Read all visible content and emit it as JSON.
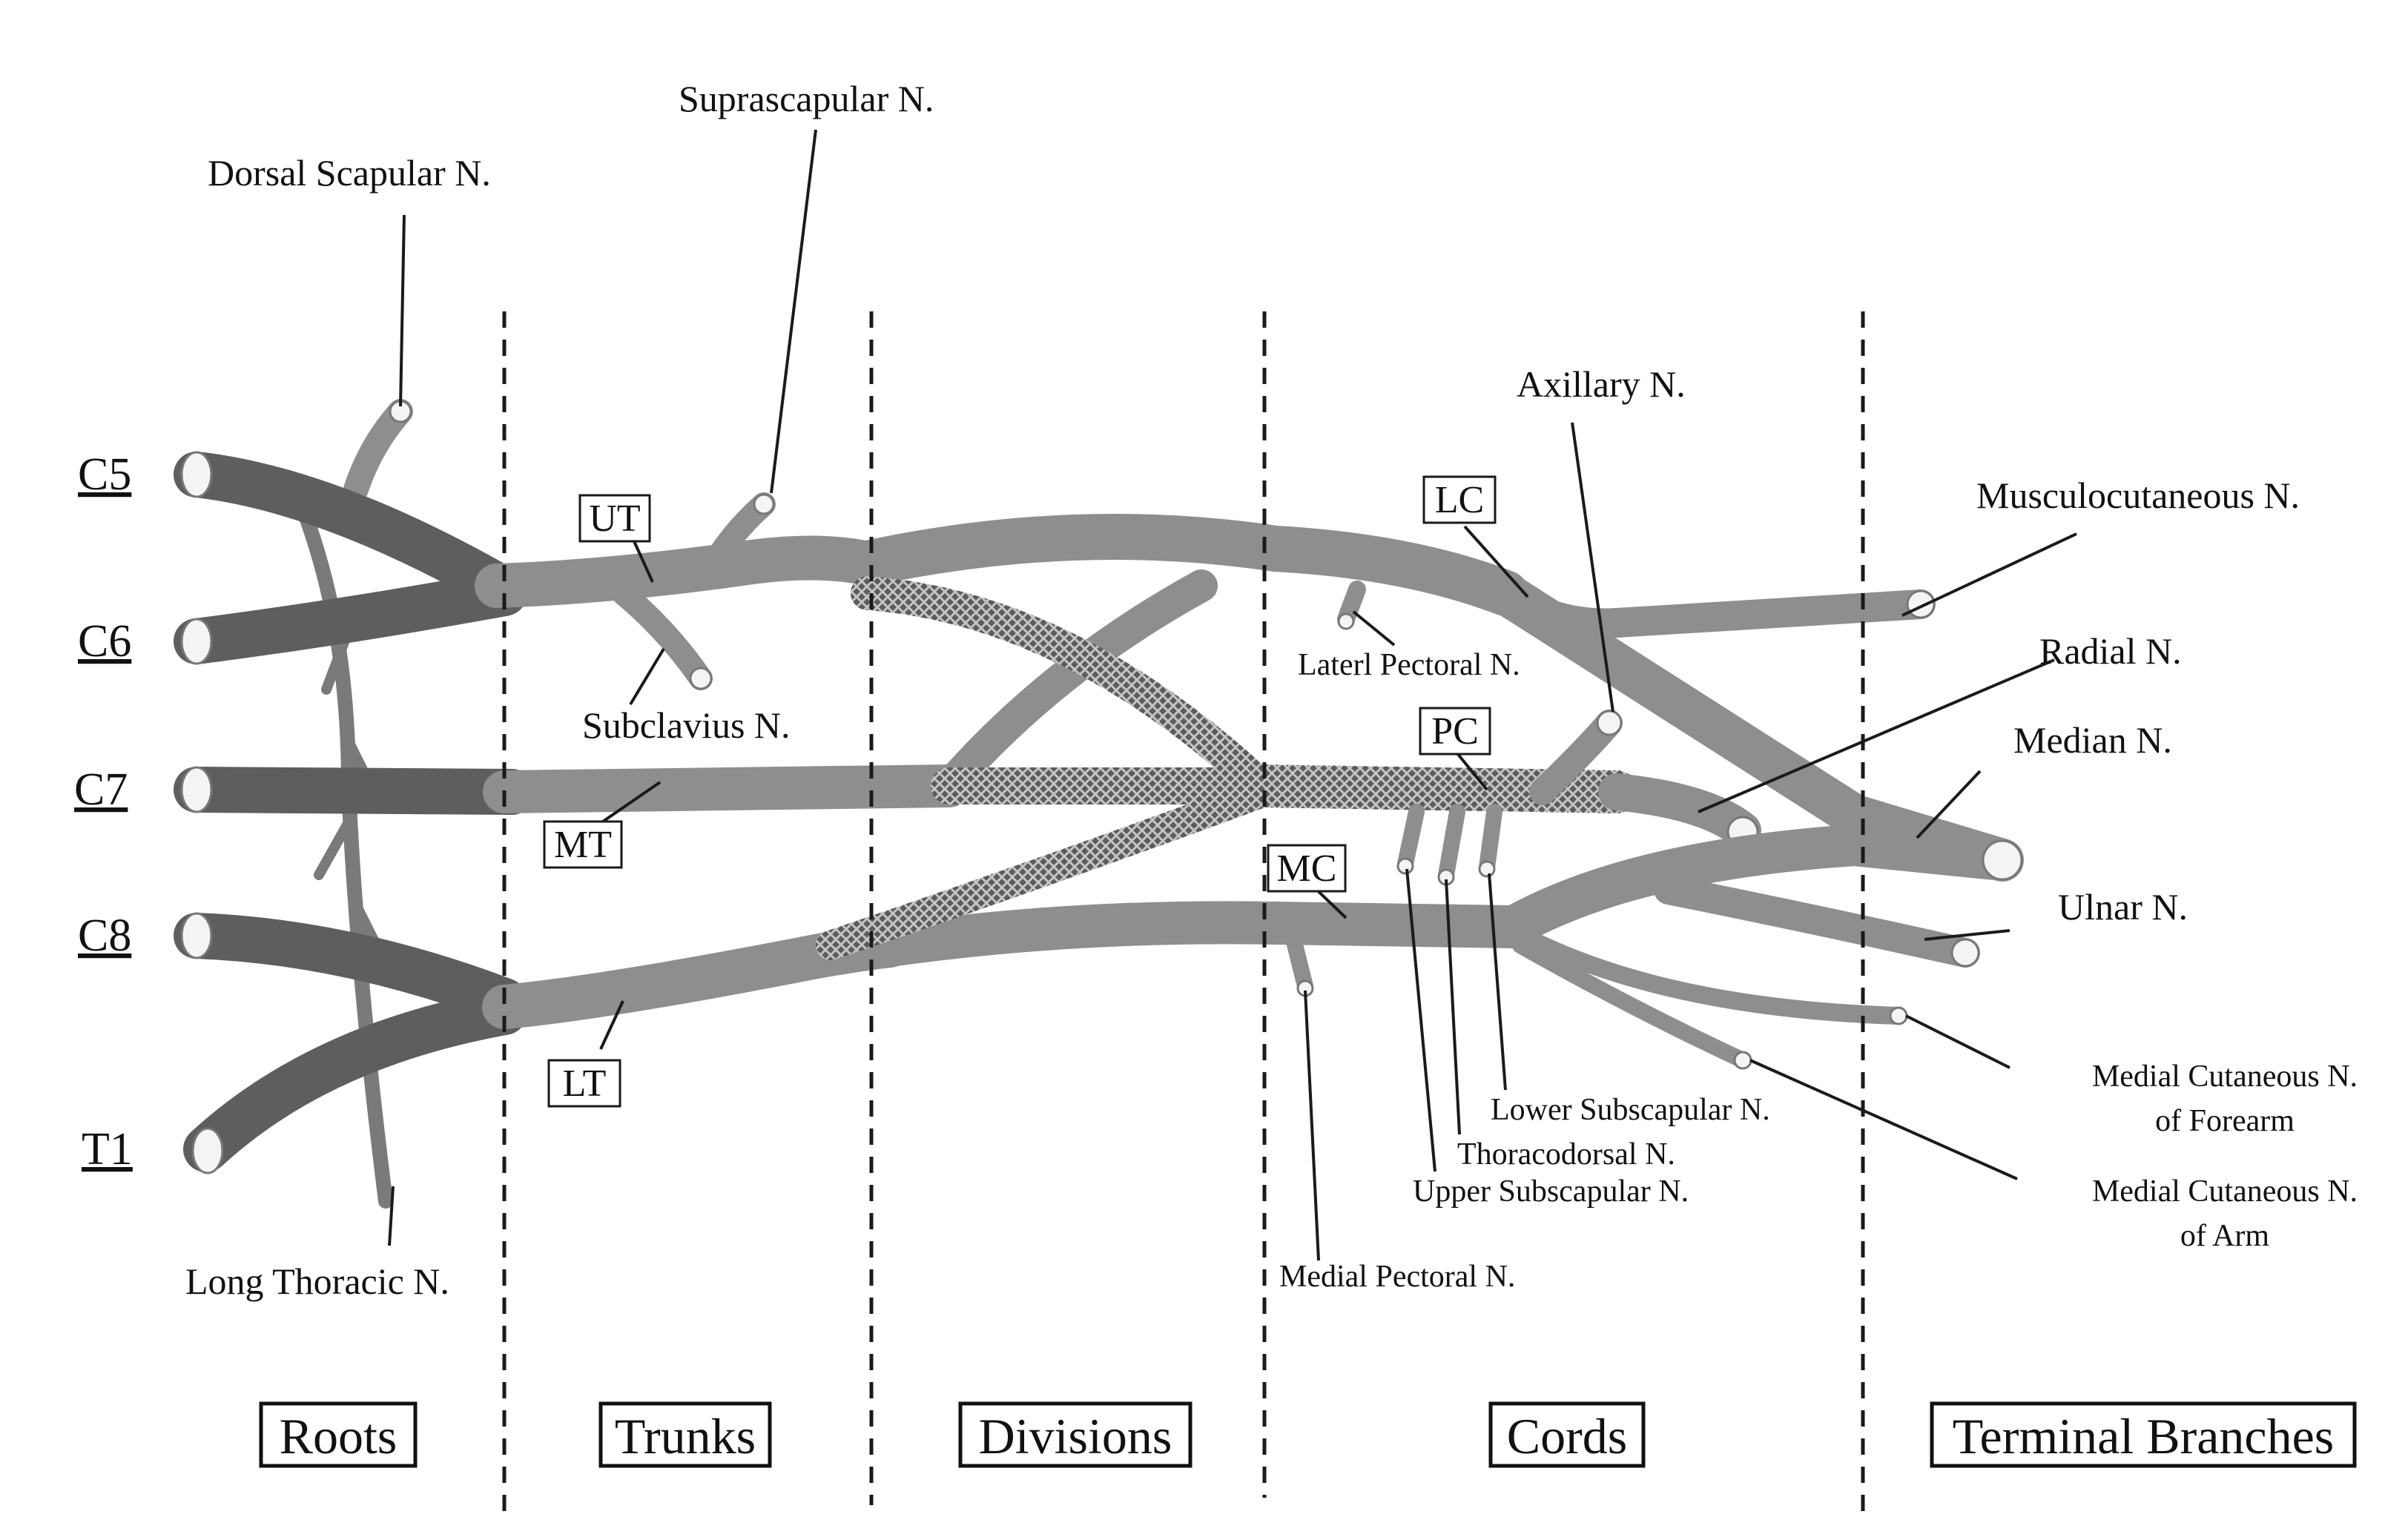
{
  "colors": {
    "root_nerve": "#5e5e5e",
    "trunk_nerve": "#8e8e8e",
    "posterior_division": "#6a6a6a",
    "nerve_end": "#f4f4f4",
    "text": "#111111"
  },
  "roots": [
    "C5",
    "C6",
    "C7",
    "C8",
    "T1"
  ],
  "trunks": {
    "upper": "UT",
    "middle": "MT",
    "lower": "LT"
  },
  "cords": {
    "lateral": "LC",
    "posterior": "PC",
    "medial": "MC"
  },
  "branches": {
    "dorsal_scapular": "Dorsal Scapular N.",
    "suprascapular": "Suprascapular N.",
    "subclavius": "Subclavius N.",
    "long_thoracic": "Long Thoracic N.",
    "lateral_pectoral": "Laterl Pectoral N.",
    "axillary": "Axillary N.",
    "musculocutaneous": "Musculocutaneous N.",
    "radial": "Radial N.",
    "median": "Median N.",
    "ulnar": "Ulnar N.",
    "medial_cut_forearm_1": "Medial Cutaneous N.",
    "medial_cut_forearm_2": "of Forearm",
    "medial_cut_arm_1": "Medial Cutaneous N.",
    "medial_cut_arm_2": "of Arm",
    "lower_subscapular": "Lower Subscapular N.",
    "thoracodorsal": "Thoracodorsal N.",
    "upper_subscapular": "Upper Subscapular N.",
    "medial_pectoral": "Medial Pectoral N."
  },
  "regions": [
    "Roots",
    "Trunks",
    "Divisions",
    "Cords",
    "Terminal Branches"
  ]
}
